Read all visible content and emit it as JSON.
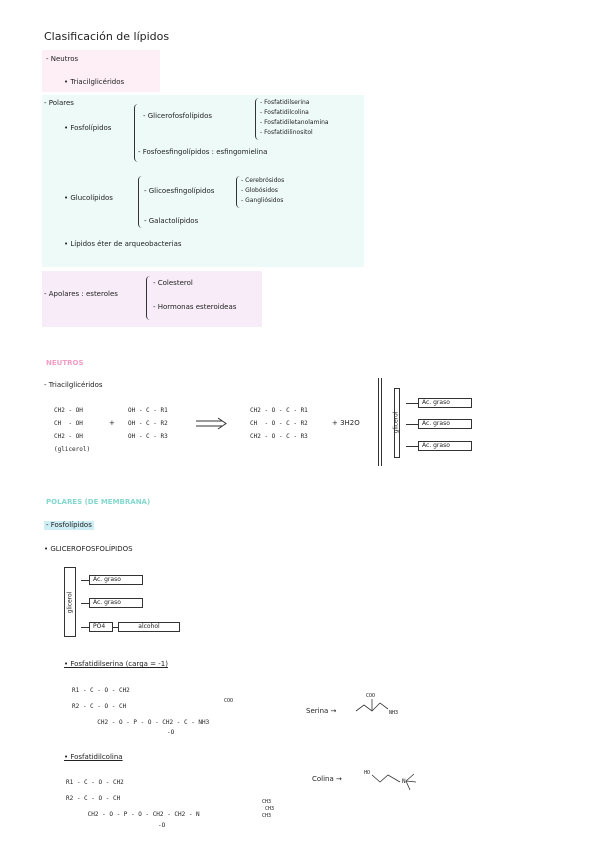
{
  "title": "Clasificación de lípidos",
  "colors": {
    "pink_bg": "#fdeff5",
    "cyan_bg": "#eefaf8",
    "lilac_bg": "#f7ecf8",
    "pink_heading": "#f29cc4",
    "cyan_heading": "#83d8cf",
    "cyan_highlight": "#cdeef4"
  },
  "outline": {
    "neutros": "- Neutros",
    "trigliceridos": "• Triacilglicéridos",
    "polares": "- Polares",
    "fosfolipidos": "• Fosfolípidos",
    "glicerofosfolipidos": "- Glicerofosfolípidos",
    "gpl_items": [
      "- Fosfatidilserina",
      "- Fosfatidilcolina",
      "- Fosfatidiletanolamina",
      "- Fosfatidilinositol"
    ],
    "fosfoesfingolipidos": "- Fosfoesfingolípidos : esfingomielina",
    "glucolipidos": "• Glucolípidos",
    "glicoesfingolipidos": "- Glicoesfingolípidos",
    "gsl_items": [
      "- Cerebrósidos",
      "- Globósidos",
      "- Gangliósidos"
    ],
    "galactolipidos": "- Galactolípidos",
    "lipidos_eter": "• Lípidos éter de arqueobacterias",
    "apolares": "- Apolares : esteroles",
    "apolares_items": [
      "- Colesterol",
      "- Hormonas esteroideas"
    ]
  },
  "neutros_section": {
    "heading": "NEUTROS",
    "subheading": "- Triacilglicéridos",
    "glycerol_lines": [
      "CH2 - OH",
      "CH  - OH",
      "CH2 - OH"
    ],
    "glycerol_label": "(glicerol)",
    "acid_lines": [
      "OH - C - R1",
      "OH - C - R2",
      "OH - C - R3"
    ],
    "plus": "+",
    "product_lines": [
      "CH2 - O - C - R1",
      "CH  - O - C - R2",
      "CH2 - O - C - R3"
    ],
    "water": "+ 3H2O",
    "glicerol_box": "glicerol",
    "acid_boxes": [
      "Ác. graso",
      "Ác. graso",
      "Ác. graso"
    ]
  },
  "polares_section": {
    "heading": "POLARES (DE MEMBRANA)",
    "subheading": "- Fosfolípidos",
    "gpl_heading": "• GLICEROFOSFOLÍPIDOS",
    "glicerol_box": "glicerol",
    "acid_boxes": [
      "Ác. graso",
      "Ác. graso"
    ],
    "po4": "PO4",
    "alcohol": "alcohol",
    "serina_title": "• Fosfatidilserina (carga = -1)",
    "serina_lines": [
      "R1 - C - O - CH2",
      "R2 - C - O - CH",
      "       CH2 - O - P - O - CH2 - C - NH3"
    ],
    "serina_label": "Serina →",
    "colina_title": "• Fosfatidilcolina",
    "colina_lines": [
      "R1 - C - O - CH2",
      "R2 - C - O - CH",
      "      CH2 - O - P - O - CH2 - CH2 - N"
    ],
    "colina_label": "Colina →",
    "mol_labels": {
      "o_minus": "-O",
      "coo": "COO",
      "ho": "HO",
      "nh3": "NH3",
      "n": "N",
      "ch3": "CH3"
    }
  }
}
